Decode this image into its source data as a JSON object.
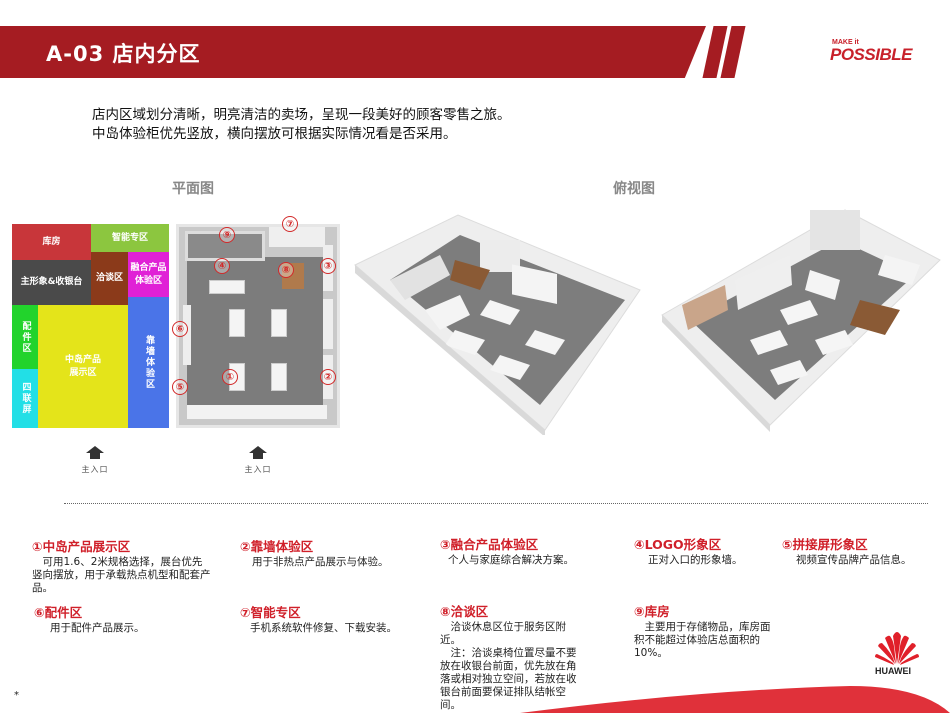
{
  "header": {
    "title": "A-03  店内分区",
    "brand_make": "MAKE it",
    "brand_possible": "POSSIBLE",
    "color": "#a51c22"
  },
  "intro": {
    "line1": "店内区域划分清晰，明亮清洁的卖场，呈现一段美好的顾客零售之旅。",
    "line2": "中岛体验柜优先竖放，横向摆放可根据实际情况看是否采用。"
  },
  "sections": {
    "plan_label": "平面图",
    "overview_label": "俯视图"
  },
  "zone_map": {
    "zones": [
      {
        "label": "库房",
        "color": "#c8363a"
      },
      {
        "label": "智能专区",
        "color": "#8cc63f"
      },
      {
        "label": "主形象&收银台",
        "color": "#4a4a4a"
      },
      {
        "label": "洽谈区",
        "color": "#8b3a1a"
      },
      {
        "label": "融合产品体验区",
        "color": "#e021d6"
      },
      {
        "label": "配件区",
        "color": "#22d32c"
      },
      {
        "label": "中岛产品展示区",
        "color": "#e4e41a"
      },
      {
        "label": "靠墙体验区",
        "color": "#4a74e8"
      },
      {
        "label": "四联屏",
        "color": "#22dfe6"
      }
    ]
  },
  "floor_plan": {
    "markers": [
      "①",
      "②",
      "③",
      "④",
      "⑤",
      "⑥",
      "⑦",
      "⑧",
      "⑨"
    ]
  },
  "entrance": {
    "label": "主入口"
  },
  "legend": [
    {
      "title": "①中岛产品展示区",
      "desc": "　可用1.6、2米规格选择，展台优先竖向摆放，用于承载热点机型和配套产品。"
    },
    {
      "title": "②靠墙体验区",
      "desc": "用于非热点产品展示与体验。"
    },
    {
      "title": "③融合产品体验区",
      "desc": "个人与家庭综合解决方案。"
    },
    {
      "title": "④LOGO形象区",
      "desc": "正对入口的形象墙。"
    },
    {
      "title": "⑤拼接屏形象区",
      "desc": "视频宣传品牌产品信息。"
    },
    {
      "title": "⑥配件区",
      "desc": "用于配件产品展示。"
    },
    {
      "title": "⑦智能专区",
      "desc": "手机系统软件修复、下载安装。"
    },
    {
      "title": "⑧洽谈区",
      "desc": "　洽谈休息区位于服务区附近。\n　注：洽谈桌椅位置尽量不要放在收银台前面，优先放在角落或相对独立空间，若放在收银台前面要保证排队结帐空间。"
    },
    {
      "title": "⑨库房",
      "desc": "　主要用于存储物品，库房面积不能超过体验店总面积的10%。"
    }
  ],
  "footer": {
    "logo_text": "HUAWEI",
    "star": "*",
    "accent": "#e0313a"
  }
}
